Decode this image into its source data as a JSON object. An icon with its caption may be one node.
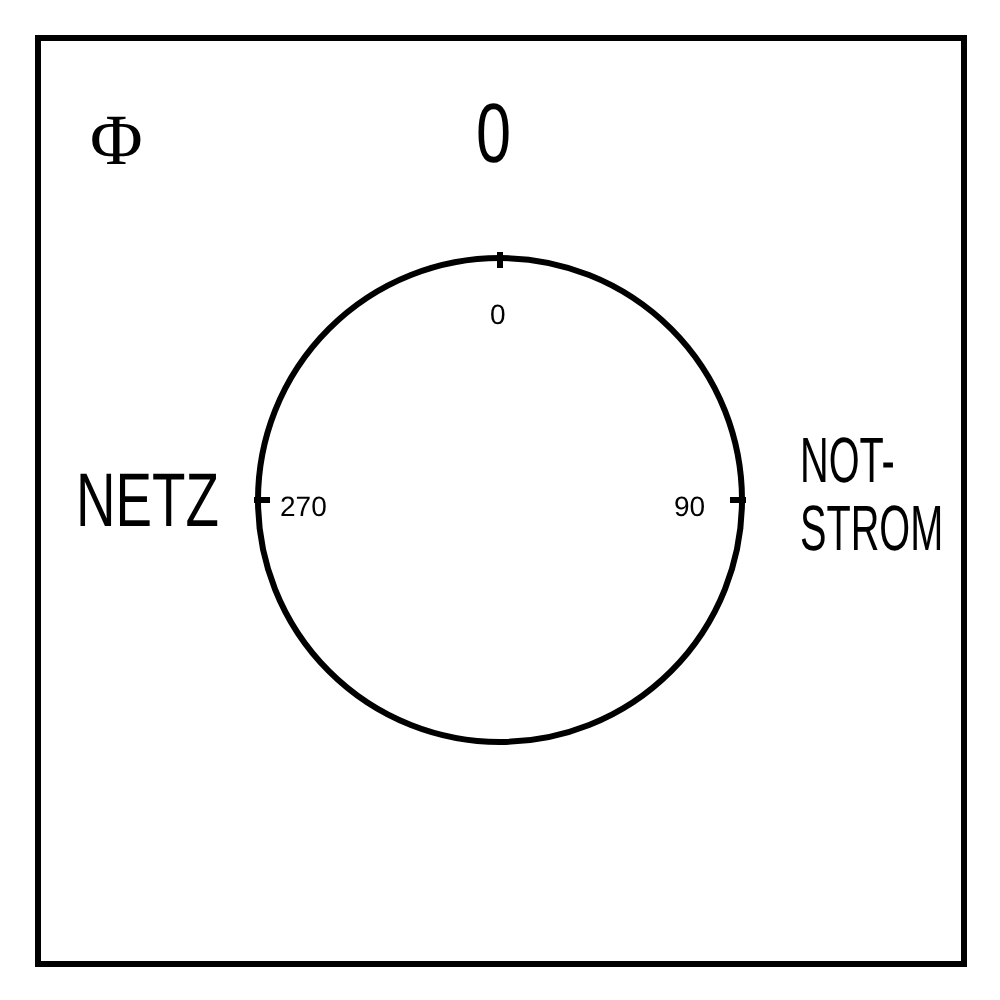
{
  "diagram": {
    "labels": [
      "Φ",
      "0",
      "0",
      "NETZ",
      "270",
      "90",
      "NOT- STROM"
    ]
  }
}
